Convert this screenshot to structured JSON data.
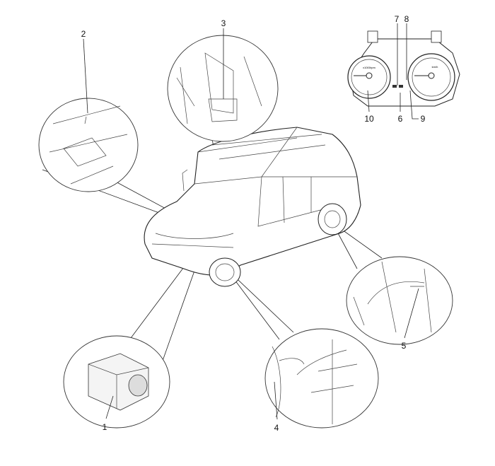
{
  "diagram": {
    "callouts": [
      {
        "id": "1",
        "label": "1"
      },
      {
        "id": "2",
        "label": "2"
      },
      {
        "id": "3",
        "label": "3"
      },
      {
        "id": "4",
        "label": "4"
      },
      {
        "id": "5",
        "label": "5"
      },
      {
        "id": "6",
        "label": "6"
      },
      {
        "id": "7",
        "label": "7"
      },
      {
        "id": "8",
        "label": "8"
      },
      {
        "id": "9",
        "label": "9"
      },
      {
        "id": "10",
        "label": "10"
      }
    ],
    "cluster_text": {
      "tach_unit": "x1000rpm",
      "speed_unit": "km/h"
    }
  }
}
